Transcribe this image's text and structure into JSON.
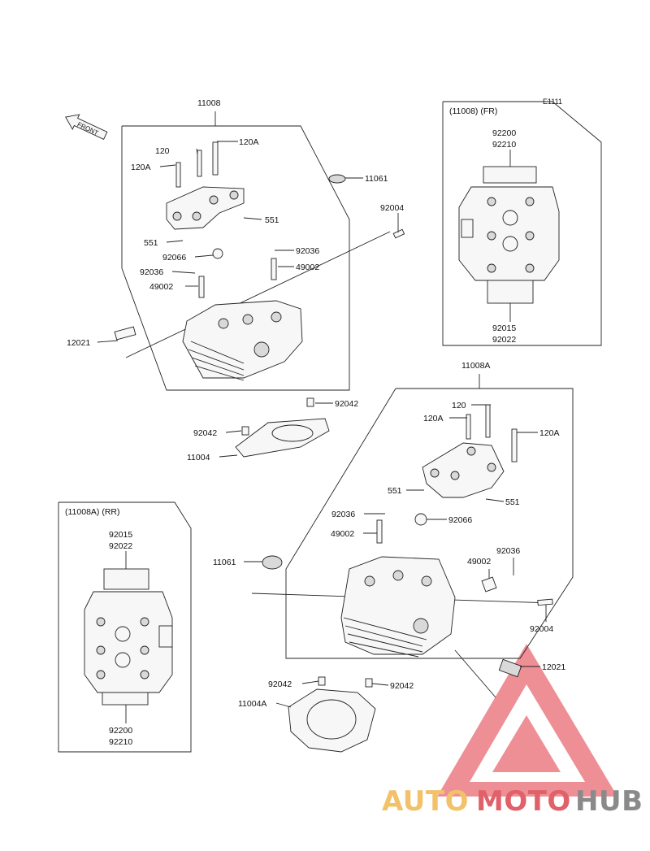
{
  "diagram": {
    "code": "E1111",
    "front_label": "FRONT",
    "groups": {
      "front_assembly": "11008",
      "rear_assembly": "11008A",
      "fr_view": "(11008) (FR)",
      "rr_view": "(11008A) (RR)"
    },
    "labels": {
      "front": {
        "bolt_120": "120",
        "bolt_120a_right": "120A",
        "bolt_120a_left": "120A",
        "seal_11061": "11061",
        "stud_92004": "92004",
        "pin_551_right": "551",
        "pin_551_left": "551",
        "clip_92036_right": "92036",
        "cap_92066": "92066",
        "guide_49002_right": "49002",
        "clip_92036_left": "92036",
        "guide_49002_left": "49002",
        "plug_12021": "12021",
        "dowel_92042_right": "92042",
        "dowel_92042_left": "92042",
        "gasket_11004": "11004"
      },
      "fr_box": {
        "top_a": "92200",
        "top_b": "92210",
        "bottom_a": "92015",
        "bottom_b": "92022"
      },
      "rear": {
        "bolt_120": "120",
        "bolt_120a_left": "120A",
        "bolt_120a_right": "120A",
        "pin_551_left": "551",
        "pin_551_right": "551",
        "clip_92036_left": "92036",
        "cap_92066": "92066",
        "guide_49002_left": "49002",
        "seal_11061": "11061",
        "guide_49002_right": "49002",
        "clip_92036_right": "92036",
        "stud_92004": "92004",
        "plug_12021": "12021",
        "dowel_92042_left": "92042",
        "dowel_92042_right": "92042",
        "gasket_11004a": "11004A"
      },
      "rr_box": {
        "top_a": "92015",
        "top_b": "92022",
        "bottom_a": "92200",
        "bottom_b": "92210"
      }
    }
  },
  "watermark": {
    "part1": "AUTO",
    "part2": "MOTO",
    "part3": "HUB",
    "color_light": "#f2c26a",
    "color_red": "#e0616a",
    "color_gray": "#8a8a8a"
  }
}
